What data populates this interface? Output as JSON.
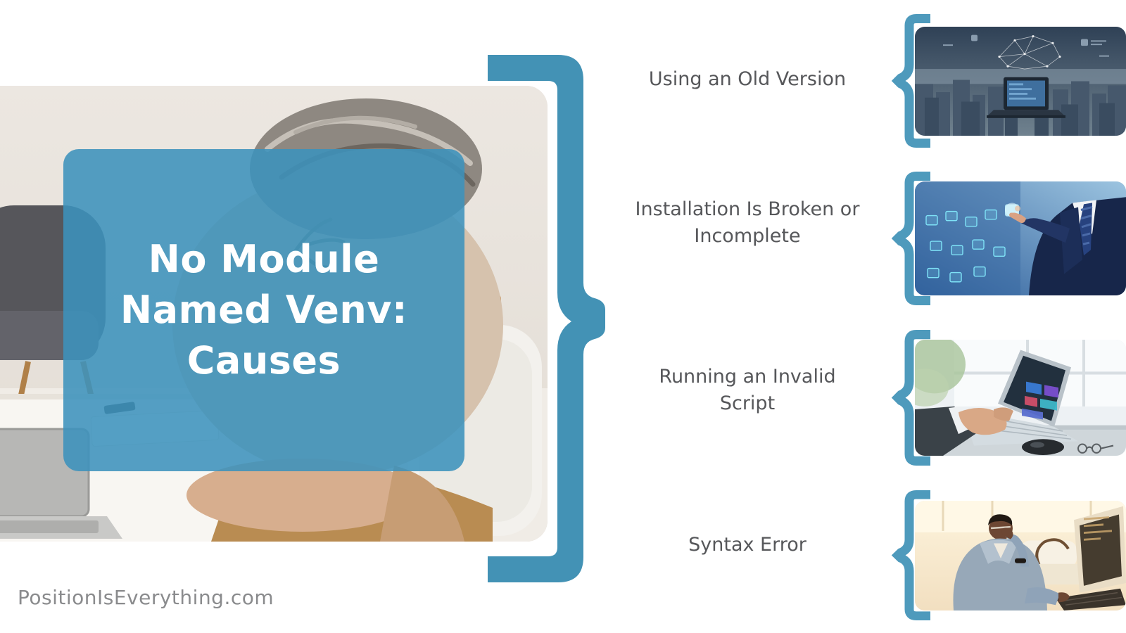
{
  "hero": {
    "title": "No Module\nNamed Venv:\nCauses",
    "image": "person-head-down-on-desk-frustrated",
    "overlay_color": "#3C92BC"
  },
  "brace": {
    "shape": "right-curly-brace",
    "color": "#4392B5"
  },
  "items": [
    {
      "label": "Using an Old Version",
      "image": "laptop-over-city-with-ai-network",
      "bracket_shape": "left-curly-brace"
    },
    {
      "label": "Installation Is Broken or\nIncomplete",
      "image": "businessman-touching-virtual-icons",
      "bracket_shape": "left-curly-brace"
    },
    {
      "label": "Running an Invalid\nScript",
      "image": "hands-typing-on-laptop-dashboard",
      "bracket_shape": "left-curly-brace"
    },
    {
      "label": "Syntax Error",
      "image": "man-studying-computer-monitor",
      "bracket_shape": "left-curly-brace"
    }
  ],
  "watermark": "PositionIsEverything.com",
  "colors": {
    "accent_teal": "#4392B5",
    "bracket_teal": "#4E9ABC",
    "label_gray": "#56575A",
    "watermark_gray": "#8A8B8D",
    "background": "#FFFFFF"
  }
}
